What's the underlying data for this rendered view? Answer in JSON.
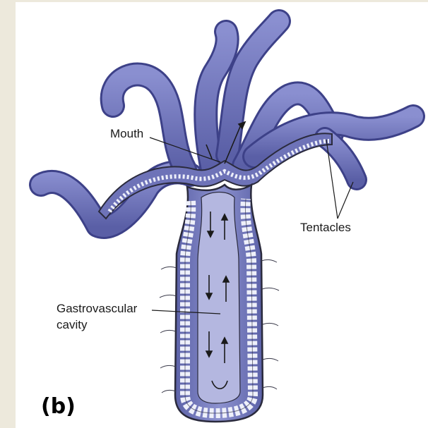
{
  "figure": {
    "panel_label": "(b)",
    "labels": {
      "mouth": "Mouth",
      "tentacles": "Tentacles",
      "cavity_line1": "Gastrovascular",
      "cavity_line2": "cavity"
    },
    "colors": {
      "background": "#ede9dc",
      "panel": "#ffffff",
      "body_fill": "#7d82c2",
      "body_light": "#a9add9",
      "cavity_fill": "#b4b7e0",
      "outline": "#2a2a3c",
      "cell_fill": "#eef0fa"
    }
  }
}
